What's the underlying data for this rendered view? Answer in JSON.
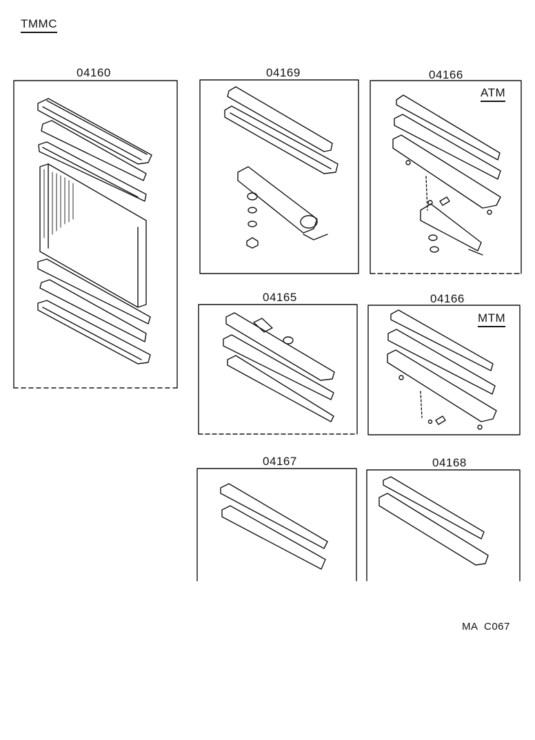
{
  "header": {
    "code": "TMMC"
  },
  "panels": {
    "p04160": {
      "number": "04160"
    },
    "p04169": {
      "number": "04169"
    },
    "p04166a": {
      "number": "04166",
      "variant": "ATM"
    },
    "p04165": {
      "number": "04165"
    },
    "p04166b": {
      "number": "04166",
      "variant": "MTM"
    },
    "p04167": {
      "number": "04167"
    },
    "p04168": {
      "number": "04168"
    }
  },
  "footer": {
    "ref": "MA  C067"
  },
  "colors": {
    "ink": "#111111",
    "background": "#ffffff"
  }
}
